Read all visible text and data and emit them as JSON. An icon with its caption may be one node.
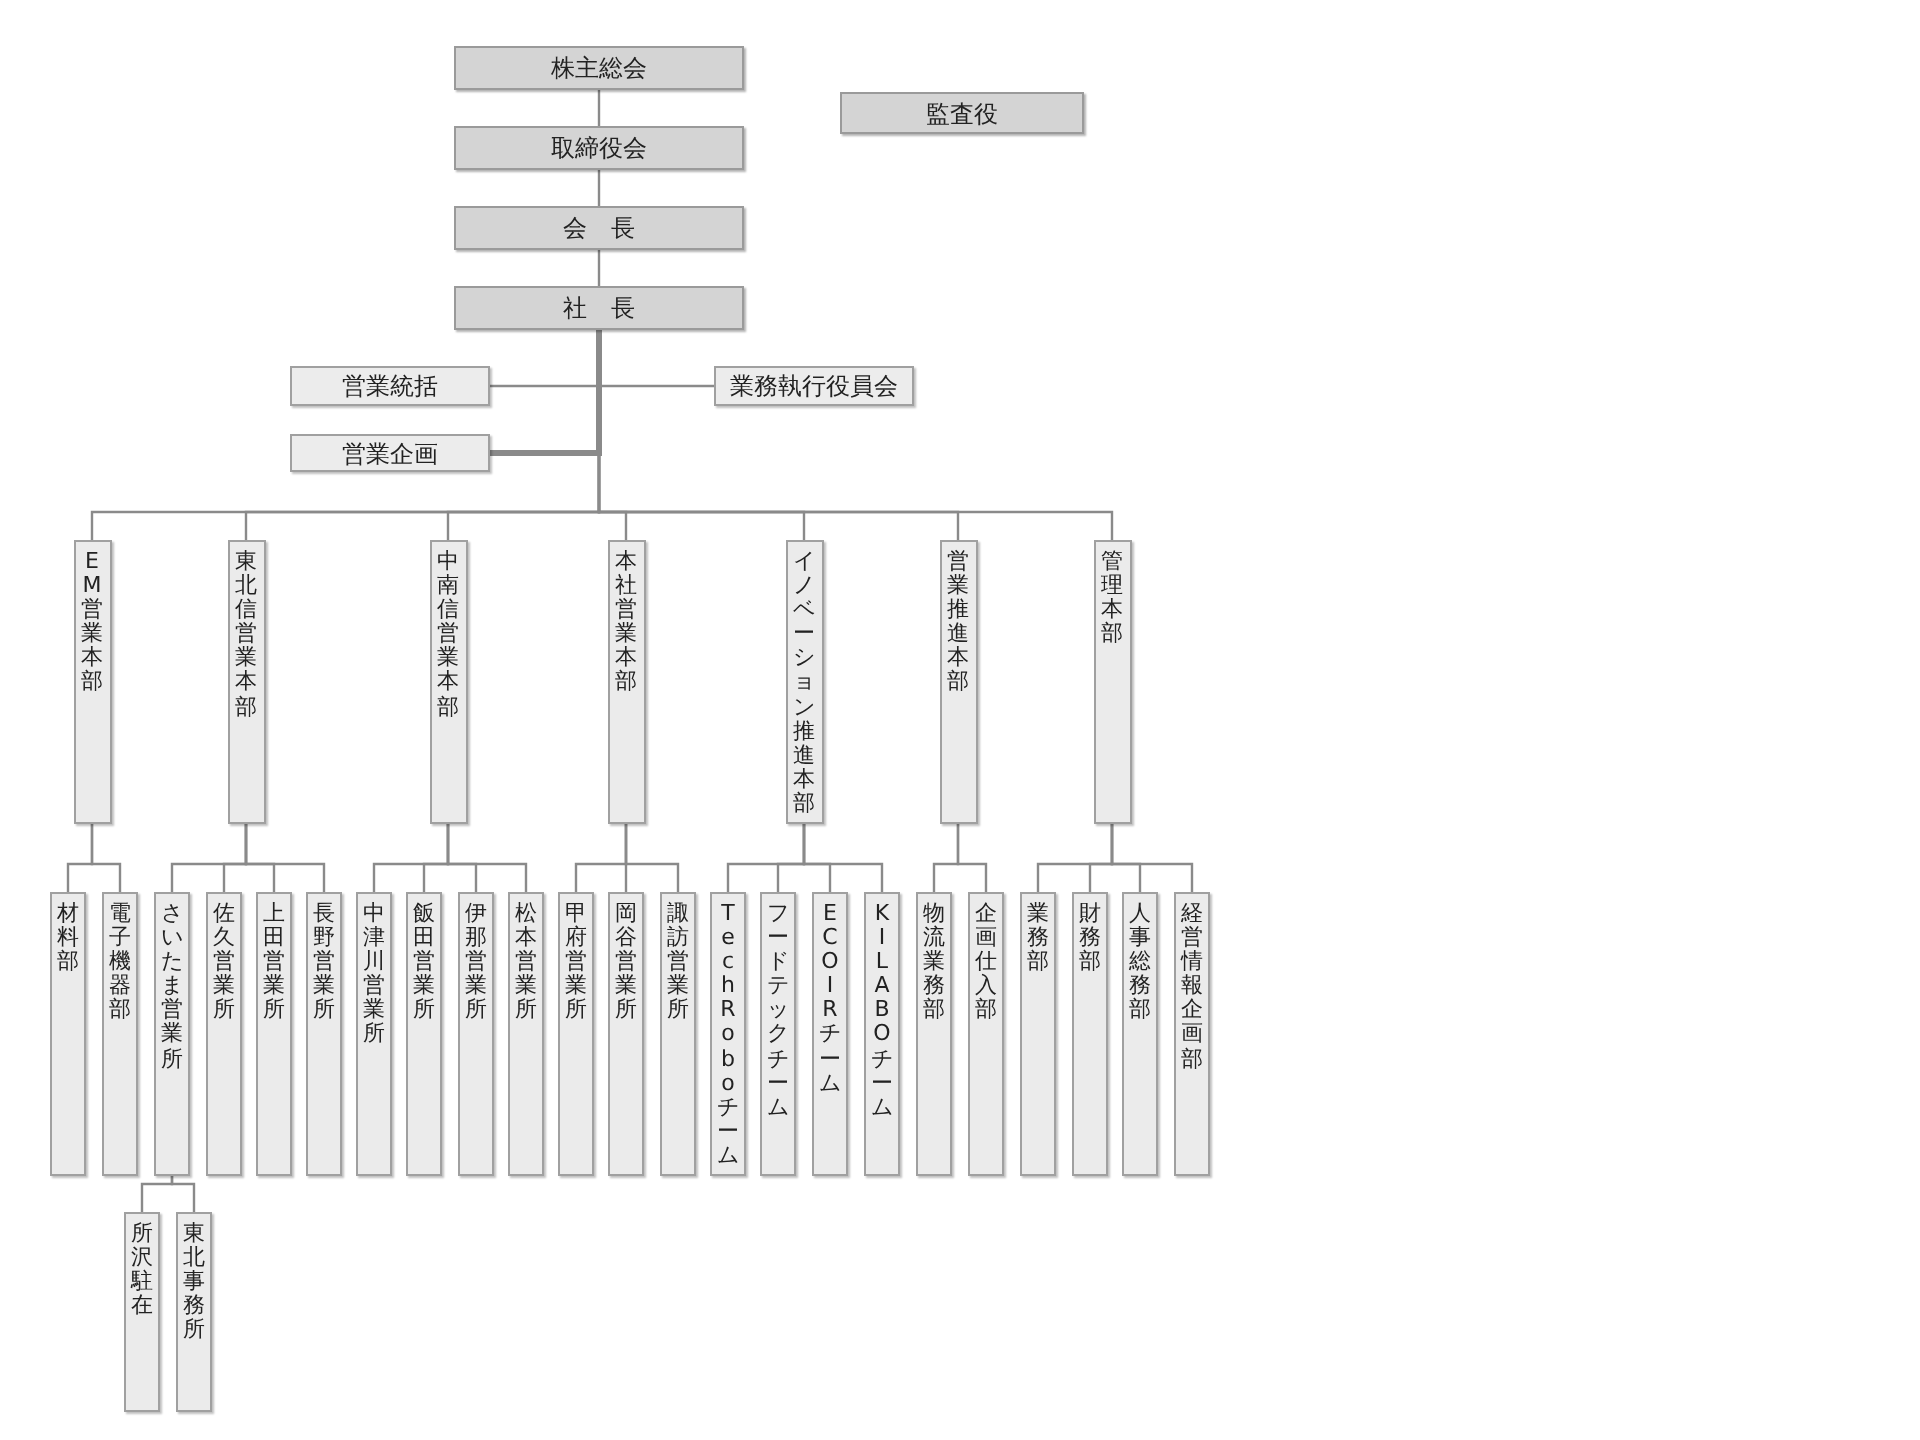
{
  "diagram": {
    "nodes": [
      {
        "text": [
          "株主総会"
        ]
      },
      {
        "text": [
          "監査役"
        ]
      },
      {
        "text": [
          "取締役会"
        ]
      },
      {
        "text": [
          "会　長"
        ]
      },
      {
        "text": [
          "社　長"
        ]
      },
      {
        "text": [
          "営業統括"
        ]
      },
      {
        "text": [
          "業務執行役員会"
        ]
      },
      {
        "text": [
          "営業企画"
        ]
      },
      {
        "text": [
          "EM営業本部"
        ]
      },
      {
        "text": [
          "東北信営業本部"
        ]
      },
      {
        "text": [
          "中南信営業本部"
        ]
      },
      {
        "text": [
          "本社営業本部"
        ]
      },
      {
        "text": [
          "イノベーション推進本部"
        ]
      },
      {
        "text": [
          "営業推進本部"
        ]
      },
      {
        "text": [
          "管理本部"
        ]
      },
      {
        "text": [
          "材料部"
        ]
      },
      {
        "text": [
          "電子機器部"
        ]
      },
      {
        "text": [
          "さいたま営業所"
        ]
      },
      {
        "text": [
          "佐久営業所"
        ]
      },
      {
        "text": [
          "上田営業所"
        ]
      },
      {
        "text": [
          "長野営業所"
        ]
      },
      {
        "text": [
          "中津川営業所"
        ]
      },
      {
        "text": [
          "飯田営業所"
        ]
      },
      {
        "text": [
          "伊那営業所"
        ]
      },
      {
        "text": [
          "松本営業所"
        ]
      },
      {
        "text": [
          "甲府営業所"
        ]
      },
      {
        "text": [
          "岡谷営業所"
        ]
      },
      {
        "text": [
          "諏訪営業所"
        ]
      },
      {
        "text": [
          "TechRoboチーム"
        ]
      },
      {
        "text": [
          "フードテックチーム"
        ]
      },
      {
        "text": [
          "ECOIRチーム"
        ]
      },
      {
        "text": [
          "KILABOチーム"
        ]
      },
      {
        "text": [
          "物流業務部"
        ]
      },
      {
        "text": [
          "企画仕入部"
        ]
      },
      {
        "text": [
          "業務部"
        ]
      },
      {
        "text": [
          "財務部"
        ]
      },
      {
        "text": [
          "人事総務部"
        ]
      },
      {
        "text": [
          "経営情報企画部"
        ]
      },
      {
        "text": [
          "所沢駐在"
        ]
      },
      {
        "text": [
          "東北事務所"
        ]
      }
    ],
    "edges": [
      {
        "from": 0,
        "to": 2,
        "arrow": "none"
      },
      {
        "from": 2,
        "to": 3,
        "arrow": "none"
      },
      {
        "from": 3,
        "to": 4,
        "arrow": "none"
      },
      {
        "from": 4,
        "to": 5,
        "arrow": "none"
      },
      {
        "from": 4,
        "to": 6,
        "arrow": "none"
      },
      {
        "from": 4,
        "to": 7,
        "arrow": "none",
        "style": "thick"
      },
      {
        "from": 4,
        "to": 8,
        "arrow": "none"
      },
      {
        "from": 4,
        "to": 9,
        "arrow": "none"
      },
      {
        "from": 4,
        "to": 10,
        "arrow": "none"
      },
      {
        "from": 4,
        "to": 11,
        "arrow": "none"
      },
      {
        "from": 4,
        "to": 12,
        "arrow": "none"
      },
      {
        "from": 4,
        "to": 13,
        "arrow": "none"
      },
      {
        "from": 4,
        "to": 14,
        "arrow": "none"
      },
      {
        "from": 8,
        "to": 15,
        "arrow": "none"
      },
      {
        "from": 8,
        "to": 16,
        "arrow": "none"
      },
      {
        "from": 9,
        "to": 17,
        "arrow": "none"
      },
      {
        "from": 9,
        "to": 18,
        "arrow": "none"
      },
      {
        "from": 9,
        "to": 19,
        "arrow": "none"
      },
      {
        "from": 9,
        "to": 20,
        "arrow": "none"
      },
      {
        "from": 10,
        "to": 21,
        "arrow": "none"
      },
      {
        "from": 10,
        "to": 22,
        "arrow": "none"
      },
      {
        "from": 10,
        "to": 23,
        "arrow": "none"
      },
      {
        "from": 10,
        "to": 24,
        "arrow": "none"
      },
      {
        "from": 11,
        "to": 25,
        "arrow": "none"
      },
      {
        "from": 11,
        "to": 26,
        "arrow": "none"
      },
      {
        "from": 11,
        "to": 27,
        "arrow": "none"
      },
      {
        "from": 12,
        "to": 28,
        "arrow": "none"
      },
      {
        "from": 12,
        "to": 29,
        "arrow": "none"
      },
      {
        "from": 12,
        "to": 30,
        "arrow": "none"
      },
      {
        "from": 12,
        "to": 31,
        "arrow": "none"
      },
      {
        "from": 13,
        "to": 32,
        "arrow": "none"
      },
      {
        "from": 13,
        "to": 33,
        "arrow": "none"
      },
      {
        "from": 14,
        "to": 34,
        "arrow": "none"
      },
      {
        "from": 14,
        "to": 35,
        "arrow": "none"
      },
      {
        "from": 14,
        "to": 36,
        "arrow": "none"
      },
      {
        "from": 14,
        "to": 37,
        "arrow": "none"
      },
      {
        "from": 17,
        "to": 38,
        "arrow": "none"
      },
      {
        "from": 17,
        "to": 39,
        "arrow": "none"
      }
    ]
  }
}
